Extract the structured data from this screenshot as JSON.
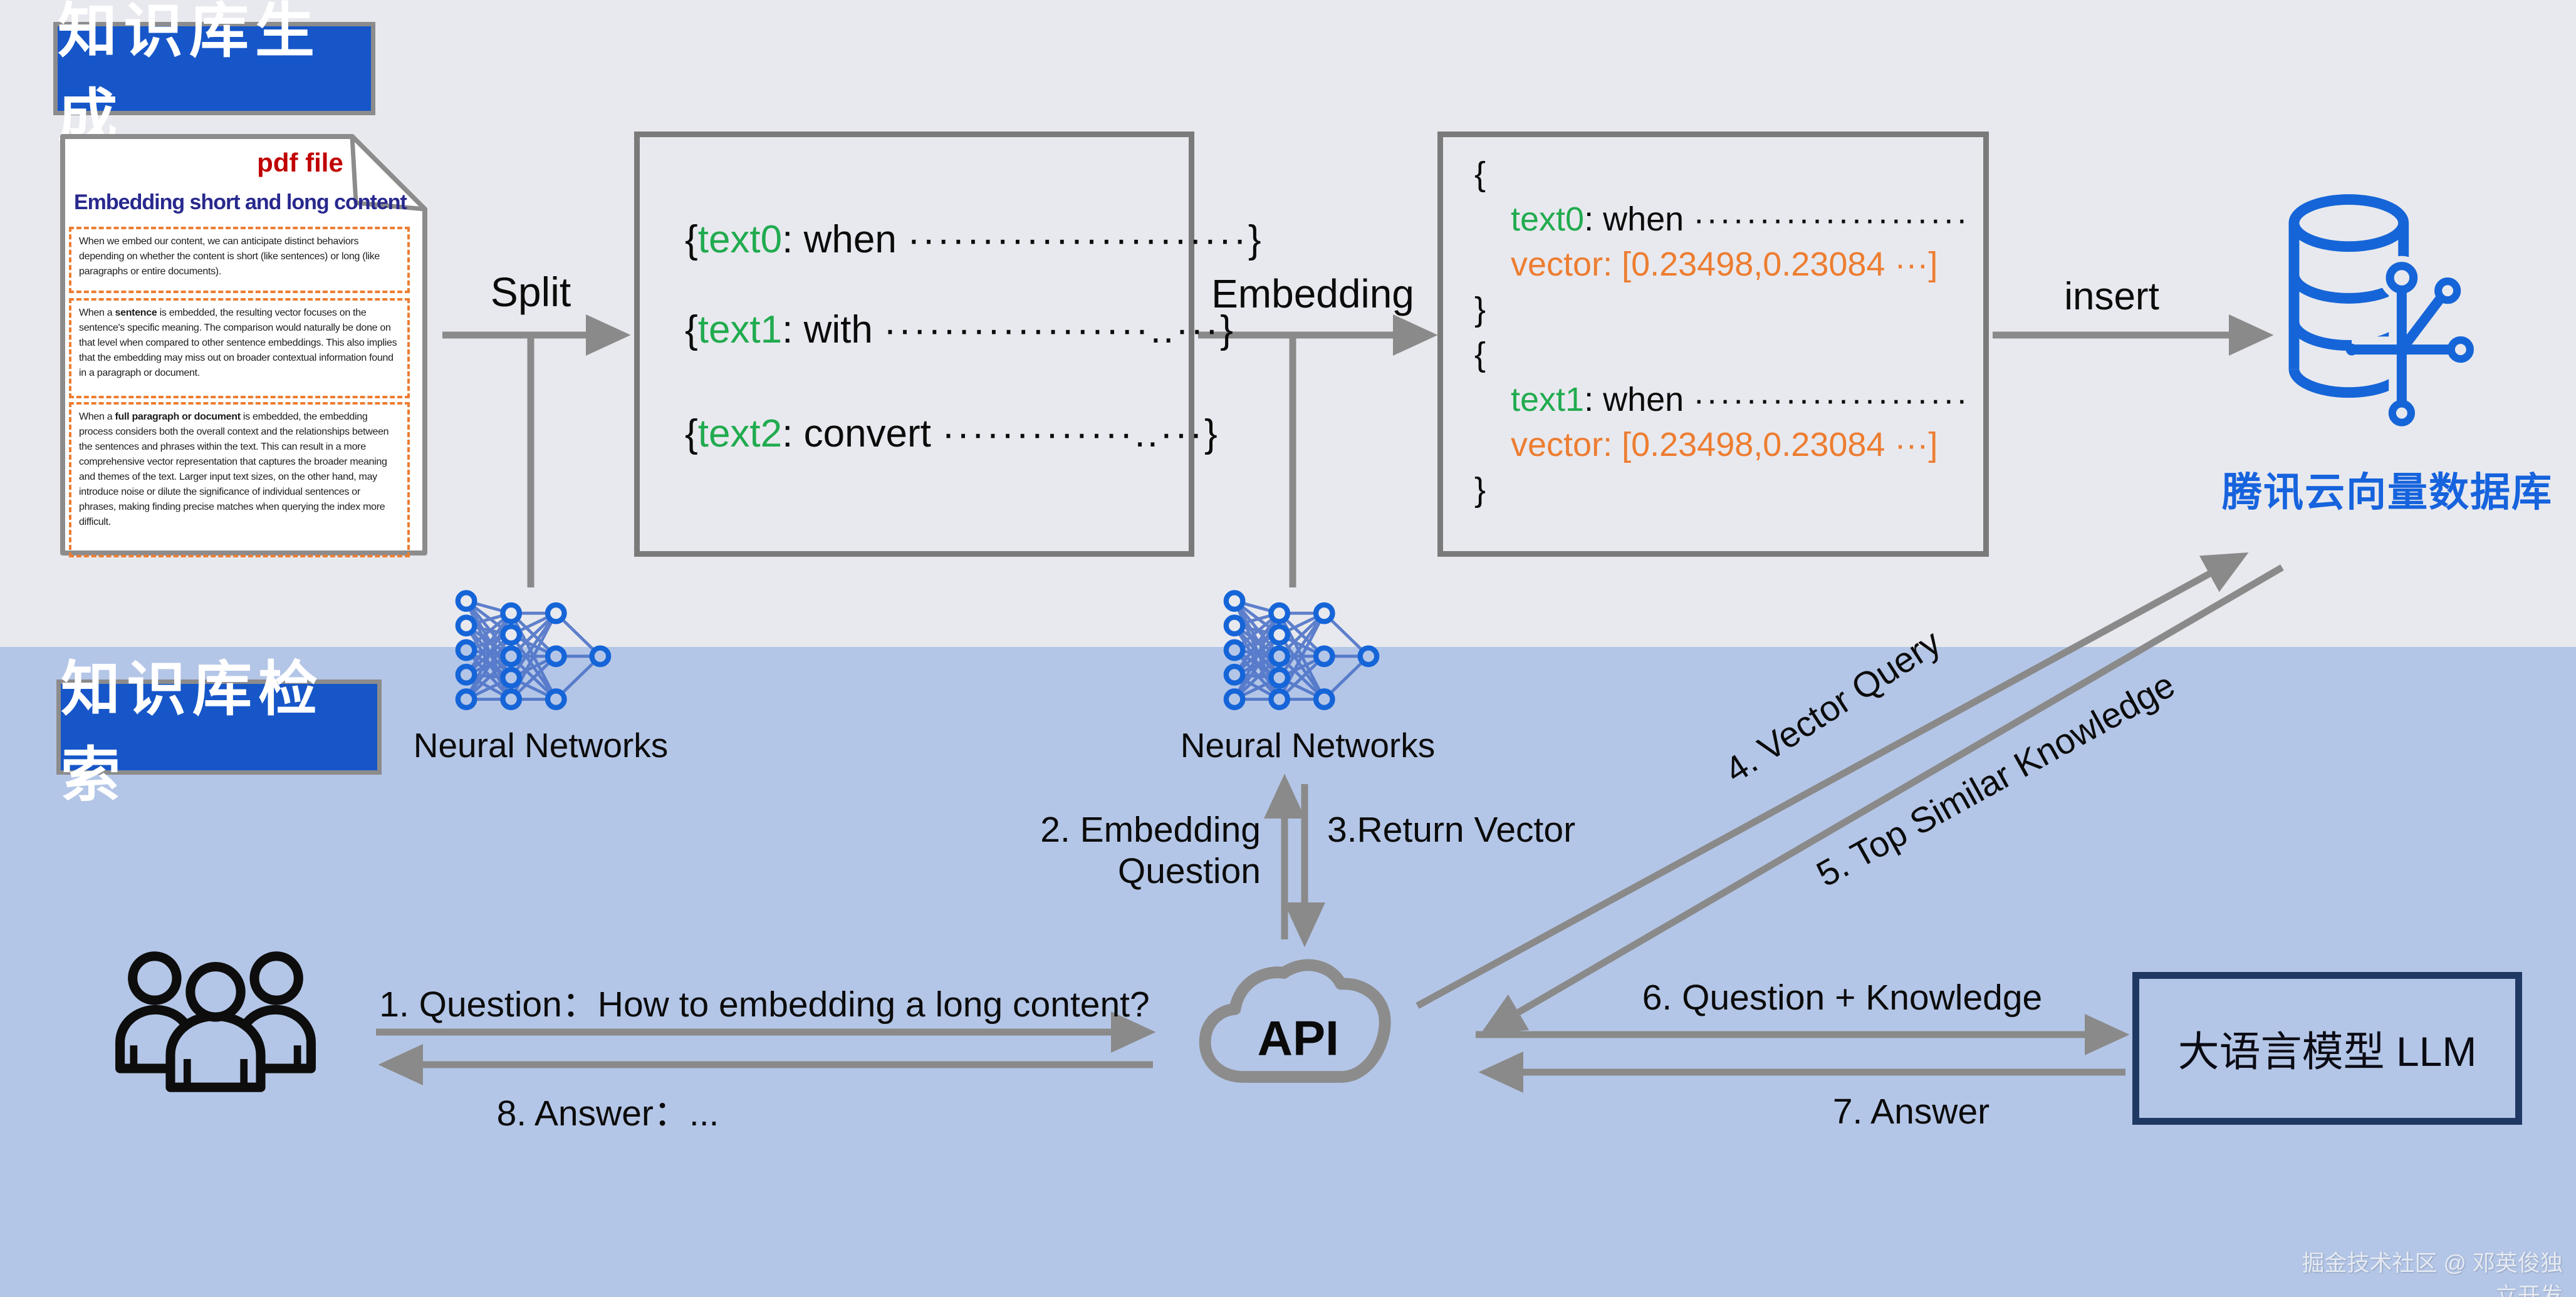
{
  "colors": {
    "bg_top": "#e8e9ee",
    "bg_bottom": "#b4c6e7",
    "badge_blue": "#1656c8",
    "arrow_gray": "#8a8a8a",
    "key_green": "#21ab4f",
    "vector_orange": "#ed7d31",
    "icon_blue": "#1565d8",
    "db_label_blue": "#1663dd",
    "doc_title_navy": "#28288e",
    "pdf_red": "#c00000",
    "llm_border_navy": "#203864"
  },
  "sections": {
    "generate_badge": "知识库生成",
    "retrieve_badge": "知识库检索"
  },
  "pdf_doc": {
    "tag": "pdf file",
    "title": "Embedding short and long content",
    "para1": "When we embed our content, we can anticipate distinct behaviors depending on whether the content is short (like sentences) or long (like paragraphs or entire documents).",
    "para2_prefix": "When a ",
    "para2_bold": "sentence",
    "para2_rest": " is embedded, the resulting vector focuses on the sentence's specific meaning. The comparison would naturally be done on that level when compared to other sentence embeddings. This also implies that the embedding may miss out on broader contextual information found in a paragraph or document.",
    "para3_prefix": "When a ",
    "para3_bold": "full paragraph or document",
    "para3_rest": " is embedded, the embedding process considers both the overall context and the relationships between the sentences and phrases within the text. This can result in a more comprehensive vector representation that captures the broader meaning and themes of the text. Larger input text sizes, on the other hand, may introduce noise or dilute the significance of individual sentences or phrases, making finding precise matches when querying the index more difficult."
  },
  "process_labels": {
    "split": "Split",
    "embedding": "Embedding",
    "insert": "insert"
  },
  "chunks": [
    {
      "open": "{",
      "key": "text0",
      "body": ": when ",
      "dots": "·······················",
      "close": "}"
    },
    {
      "open": "{",
      "key": "text1",
      "body": ": with ",
      "dots": "··················..···",
      "close": "}"
    },
    {
      "open": "{",
      "key": "text2",
      "body": ": convert ",
      "dots": "·············..···",
      "close": "}"
    }
  ],
  "records": [
    {
      "open": "{",
      "key": "text0",
      "body": ": when ",
      "dots": "·····················",
      "vkey": "vector",
      "vval": ": [0.23498,0.23084 ···]",
      "close": "}"
    },
    {
      "open": "{",
      "key": "text1",
      "body": ": when ",
      "dots": "·····················",
      "vkey": "vector",
      "vval": ": [0.23498,0.23084 ···]",
      "close": "}"
    }
  ],
  "database": {
    "label": "腾讯云向量数据库"
  },
  "neural_network_1": {
    "label": "Neural Networks"
  },
  "neural_network_2": {
    "label": "Neural Networks"
  },
  "api": {
    "label": "API"
  },
  "llm": {
    "label": "大语言模型 LLM"
  },
  "flow": {
    "step1": "1. Question：How to embedding a long content?",
    "step2": "2. Embedding Question",
    "step3": "3.Return Vector",
    "step4": "4. Vector Query",
    "step5": "5. Top Similar Knowledge",
    "step6": "6. Question + Knowledge",
    "step7": "7. Answer",
    "step8": "8. Answer：..."
  },
  "watermark": "掘金技术社区 @ 邓英俊独立开发"
}
